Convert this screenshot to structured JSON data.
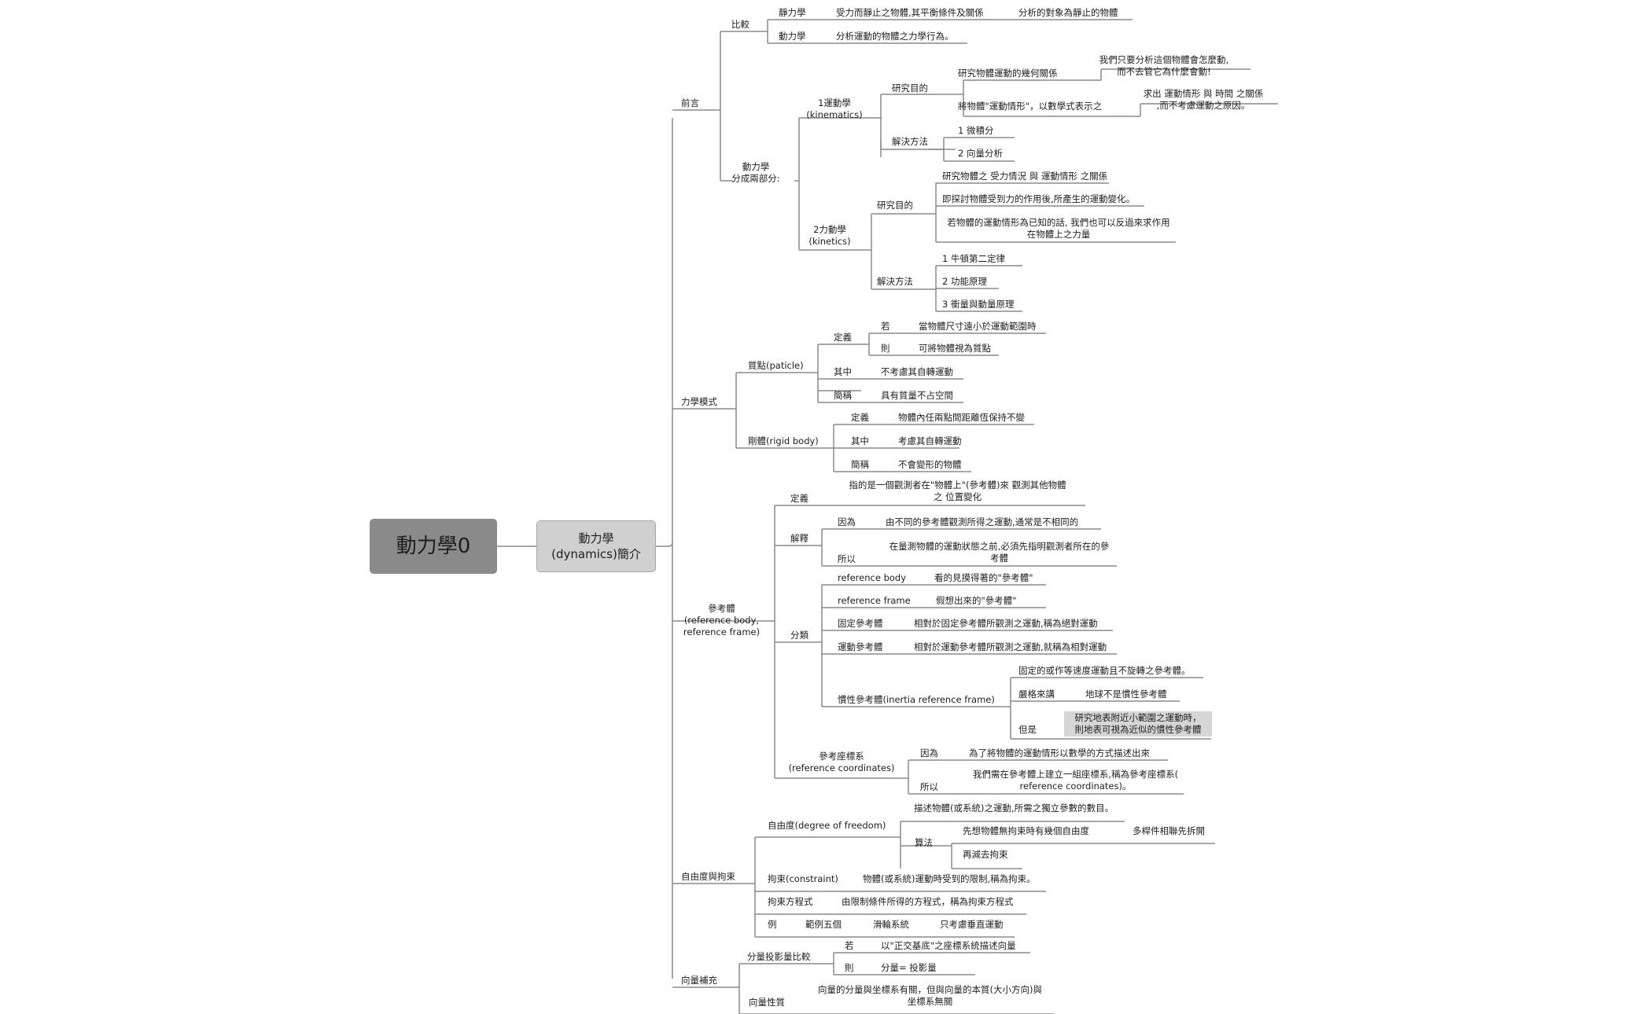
{
  "root": {
    "label": "動力學0"
  },
  "main_topic": {
    "line1": "動力學",
    "line2": "(dynamics)簡介"
  },
  "branches": {
    "intro": {
      "label": "前言",
      "compare": {
        "label": "比較",
        "statics": {
          "label": "靜力學",
          "desc": "受力而靜止之物體,其平衡條件及關係",
          "note": "分析的對象為靜止的物體"
        },
        "dynamics": {
          "label": "動力學",
          "desc": "分析運動的物體之力學行為。"
        }
      },
      "two_parts": {
        "line1": "動力學",
        "line2": "分成兩部分:",
        "kinematics": {
          "line1": "1運動學",
          "line2": "(kinematics)",
          "purpose": {
            "label": "研究目的",
            "a": "研究物體運動的幾何關係",
            "a_note1": "我們只要分析這個物體會怎麼動,",
            "a_note2": "而不去管它為什麼會動!",
            "b": "將物體\"運動情形\"，以數學式表示之",
            "b_note1": "求出  運動情形  與  時間  之關係",
            "b_note2": ",而不考慮運動之原因。"
          },
          "method": {
            "label": "解決方法",
            "m1": "1   微積分",
            "m2": "2   向量分析"
          }
        },
        "kinetics": {
          "line1": "2力動學",
          "line2": "(kinetics)",
          "purpose": {
            "label": "研究目的",
            "a": "研究物體之  受力情況  與  運動情形  之關係",
            "b": "即探討物體受到力的作用後,所產生的運動變化。",
            "c1": "若物體的運動情形為已知的話, 我們也可以反過來求作用",
            "c2": "在物體上之力量"
          },
          "method": {
            "label": "解決方法",
            "m1": "1   牛頓第二定律",
            "m2": "2   功能原理",
            "m3": "3   衝量與動量原理"
          }
        }
      }
    },
    "models": {
      "label": "力學模式",
      "particle": {
        "label": "質點(paticle)",
        "def": {
          "label": "定義",
          "if": "若",
          "if_text": "當物體尺寸遠小於運動範圍時",
          "then": "則",
          "then_text": "可將物體視為質點"
        },
        "among": {
          "label": "其中",
          "text": "不考慮其自轉運動"
        },
        "brief": {
          "label": "簡稱",
          "text": "具有質量不占空間"
        }
      },
      "rigid": {
        "label": "剛體(rigid body)",
        "def": {
          "label": "定義",
          "text": "物體內任兩點間距離恆保持不變"
        },
        "among": {
          "label": "其中",
          "text": "考慮其自轉運動"
        },
        "brief": {
          "label": "簡稱",
          "text": "不會變形的物體"
        }
      }
    },
    "reference": {
      "line1": "參考體",
      "line2": "(reference body,",
      "line3": "reference frame)",
      "def": {
        "label": "定義",
        "line1": "指的是一個觀測者在\"物體上\"(參考體)來  觀測其他物體",
        "line2": "之  位置變化"
      },
      "explain": {
        "label": "解釋",
        "because": "因為",
        "because_text": "由不同的參考體觀測所得之運動,通常是不相同的",
        "so": "所以",
        "so_text1": "在量測物體的運動狀態之前,必須先指明觀測者所在的參",
        "so_text2": "考體"
      },
      "classify": {
        "label": "分類",
        "body": {
          "label": "reference body",
          "text": "看的見摸得著的\"參考體\""
        },
        "frame": {
          "label": "reference frame",
          "text": "假想出來的\"參考體\""
        },
        "fixed": {
          "label": "固定參考體",
          "text": "相對於固定參考體所觀測之運動,稱為絕對運動"
        },
        "moving": {
          "label": "運動參考體",
          "text": "相對於運動參考體所觀測之運動,就稱為相對運動"
        },
        "inertia": {
          "label": "慣性參考體(inertia reference frame)",
          "a": "固定的或作等速度運動且不旋轉之參考體。",
          "strict": "嚴格來講",
          "strict_text": "地球不是慣性參考體",
          "but": "但是",
          "but_text1": "研究地表附近小範圍之運動時，",
          "but_text2": "則地表可視為近似的慣性參考體"
        }
      },
      "coords": {
        "line1": "參考座標系",
        "line2": "(reference coordinates)",
        "because": "因為",
        "because_text": "為了將物體的運動情形以數學的方式描述出來",
        "so": "所以",
        "so_text1": "我們需在參考體上建立一組座標系,稱為參考座標系(",
        "so_text2": "reference coordinates)。"
      }
    },
    "freedom": {
      "label": "自由度與拘束",
      "dof": {
        "label": "自由度(degree of freedom)",
        "desc": "描述物體(或系統)之運動,所需之獨立參數的數目。",
        "algo": "算法",
        "algo1": "先想物體無拘束時有幾個自由度",
        "algo1_note": "多桿件相聯先拆開",
        "algo2": "再減去拘束"
      },
      "constraint": {
        "label": "拘束(constraint)",
        "text": "物體(或系統)運動時受到的限制,稱為拘束。"
      },
      "equation": {
        "label": "拘束方程式",
        "text": "由限制條件所得的方程式，稱為拘束方程式"
      },
      "example": {
        "label": "例",
        "a": "範例五個",
        "b": "滑輪系統",
        "c": "只考慮垂直運動"
      }
    },
    "vector": {
      "label": "向量補充",
      "projection": {
        "label": "分量投影量比較",
        "if": "若",
        "if_text": "以\"正交基底\"之座標系統描述向量",
        "then": "則",
        "then_text": "分量= 投影量"
      },
      "nature": {
        "label": "向量性質",
        "text1": "向量的分量與坐標系有關，但與向量的本質(大小方向)與",
        "text2": "坐標系無關"
      }
    }
  },
  "colors": {
    "root": "#8a8a8a",
    "main": "#d0d0d0",
    "line": "#8a8a8a",
    "text": "#1e1e1e"
  }
}
